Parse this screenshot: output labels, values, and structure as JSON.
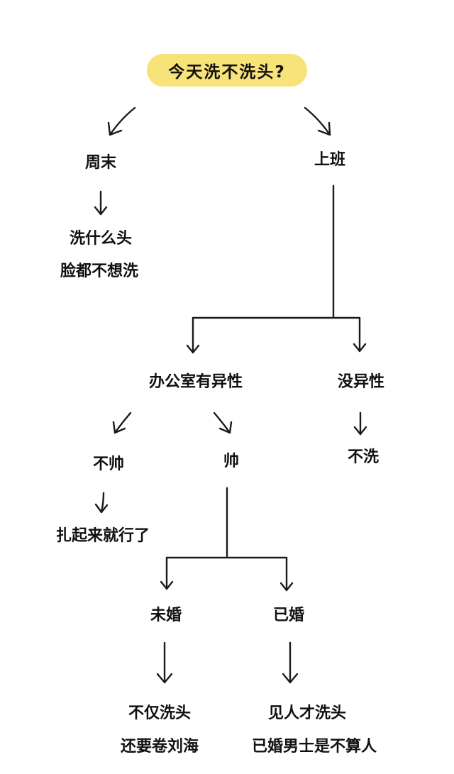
{
  "root": "今天洗不洗头?",
  "branches": {
    "weekend": {
      "label": "周末",
      "result_line1": "洗什么头",
      "result_line2": "脸都不想洗"
    },
    "work": {
      "label": "上班",
      "office_opposite_sex": {
        "label": "办公室有异性",
        "not_handsome": {
          "label": "不帅",
          "result": "扎起来就行了"
        },
        "handsome": {
          "label": "帅",
          "unmarried": {
            "label": "未婚",
            "result_line1": "不仅洗头",
            "result_line2": "还要卷刘海"
          },
          "married": {
            "label": "已婚",
            "result_line1": "见人才洗头",
            "result_line2": "已婚男士是不算人"
          }
        }
      },
      "no_opposite_sex": {
        "label": "没异性",
        "result": "不洗"
      }
    }
  },
  "colors": {
    "pill": "#f8e27a",
    "ink": "#111111"
  }
}
